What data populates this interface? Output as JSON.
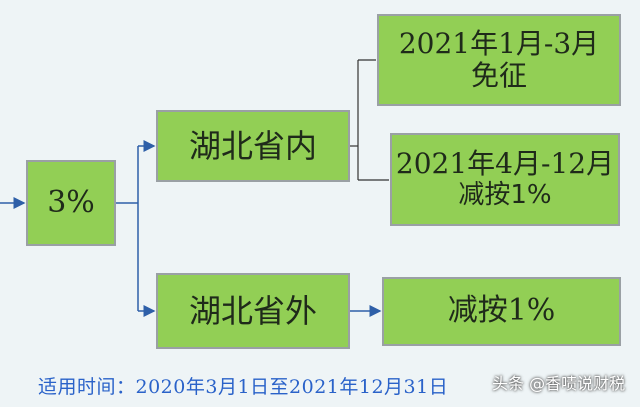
{
  "diagram": {
    "root": {
      "label": "3%"
    },
    "branch_inside": {
      "label": "湖北省内"
    },
    "branch_outside": {
      "label": "湖北省外"
    },
    "leaf_q1": {
      "period": "2021年1月-3月",
      "policy": "免征"
    },
    "leaf_apr_dec": {
      "period": "2021年4月-12月",
      "policy": "减按1%"
    },
    "leaf_outside": {
      "policy": "减按1%"
    }
  },
  "footer": {
    "text": "适用时间：2020年3月1日至2021年12月31日"
  },
  "watermark": {
    "text": "头条 @香啧说财税"
  },
  "colors": {
    "box_fill": "#92cf55",
    "box_border": "#9aa0a4",
    "line": "#2e5fa8",
    "footer": "#2a62c9"
  }
}
